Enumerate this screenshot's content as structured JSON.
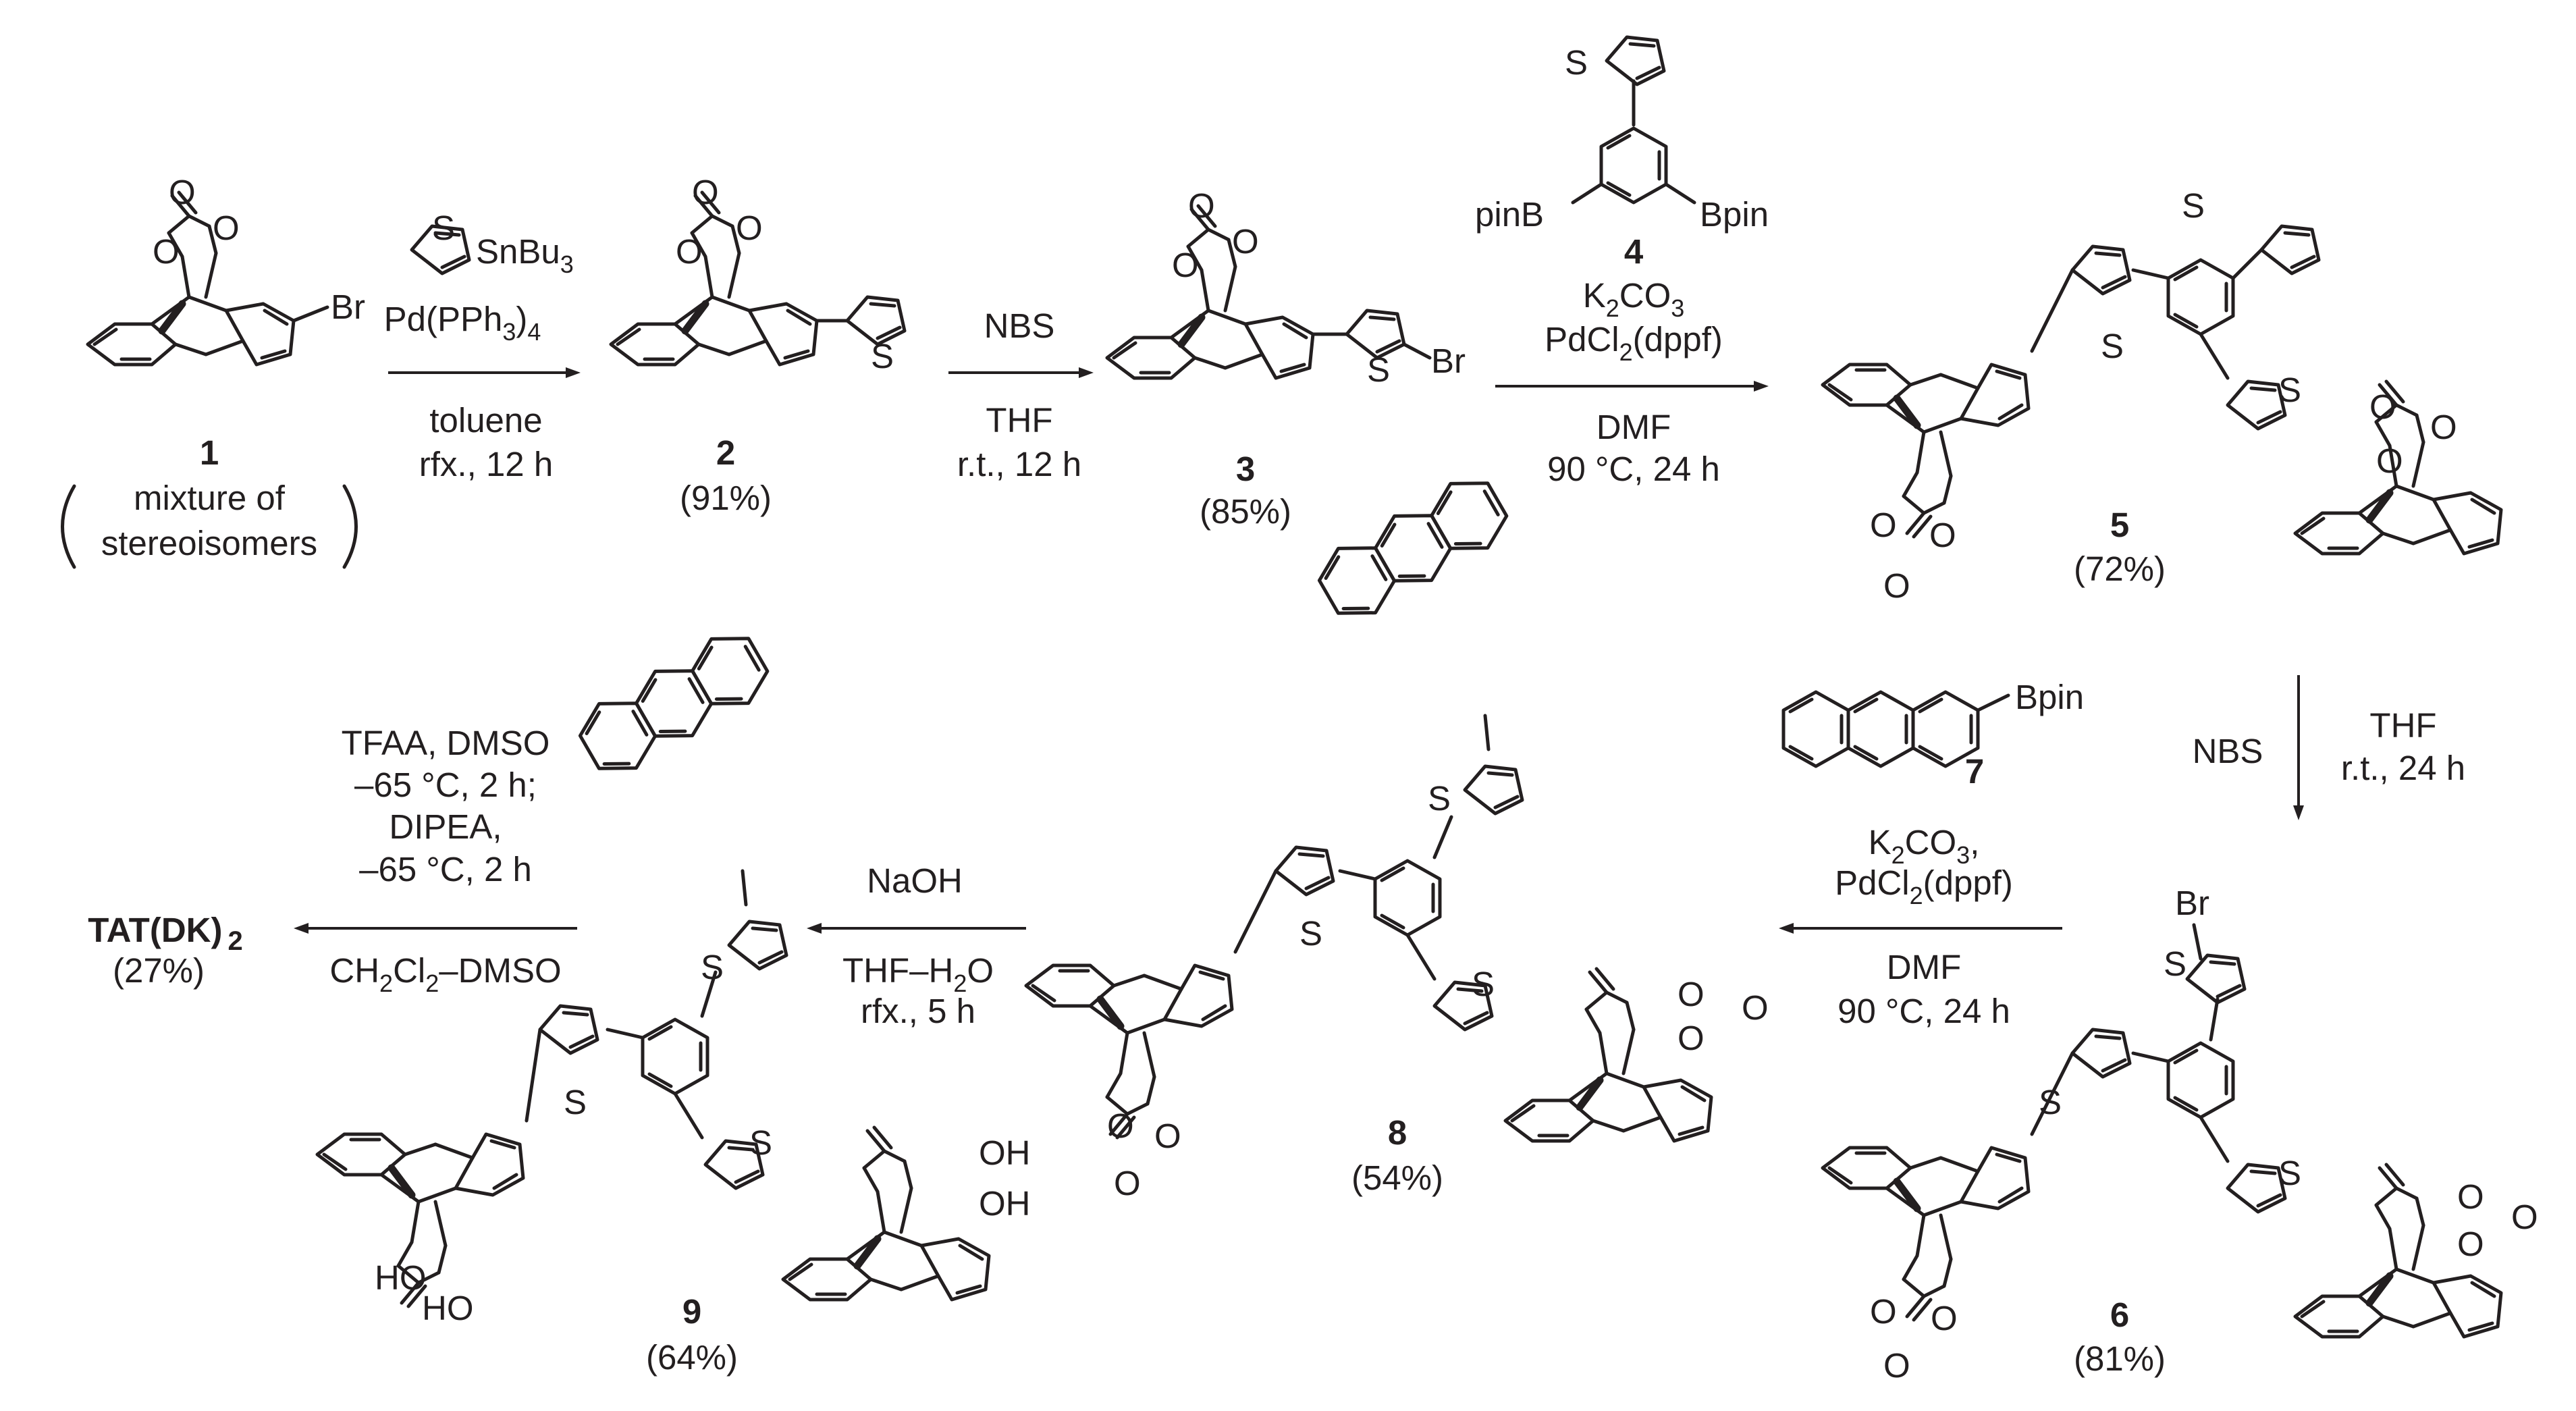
{
  "compounds": {
    "c1": {
      "number": "1",
      "note": "mixture of stereoisomers",
      "note_line1": "mixture of",
      "note_line2": "stereoisomers"
    },
    "c2": {
      "number": "2",
      "yield": "(91%)"
    },
    "c3": {
      "number": "3",
      "yield": "(85%)"
    },
    "c4": {
      "number": "4",
      "label_pinB": "pinB",
      "label_Bpin": "Bpin"
    },
    "c5": {
      "number": "5",
      "yield": "(72%)"
    },
    "c6": {
      "number": "6",
      "yield": "(81%)"
    },
    "c7": {
      "number": "7",
      "label_Bpin": "Bpin"
    },
    "c8": {
      "number": "8",
      "yield": "(54%)"
    },
    "c9": {
      "number": "9",
      "yield": "(64%)"
    },
    "product": {
      "name": "TAT(DK)",
      "subscript": "2",
      "yield": "(27%)"
    }
  },
  "atoms": {
    "S": "S",
    "O": "O",
    "Br": "Br",
    "OH": "OH",
    "HO": "HO"
  },
  "steps": {
    "s1": {
      "reagent_above": "SnBu",
      "reagent_above_sub": "3",
      "cat_above": "Pd(PPh",
      "cat_sub": "3",
      "cat_end": ")",
      "cat_sub2": "4",
      "below1": "toluene",
      "below2": "rfx., 12 h"
    },
    "s2": {
      "above": "NBS",
      "below1": "THF",
      "below2": "r.t., 12 h"
    },
    "s3": {
      "above1_a": "K",
      "above1_sub": "2",
      "above1_b": "CO",
      "above1_sub2": "3",
      "above2_a": "PdCl",
      "above2_sub": "2",
      "above2_b": "(dppf)",
      "below1": "DMF",
      "below2": "90 °C, 24 h"
    },
    "s4": {
      "left": "NBS",
      "right1": "THF",
      "right2": "r.t., 24 h"
    },
    "s5": {
      "above1_a": "K",
      "above1_sub": "2",
      "above1_b": "CO",
      "above1_sub2": "3",
      "above1_c": ",",
      "above2_a": "PdCl",
      "above2_sub": "2",
      "above2_b": "(dppf)",
      "below1": "DMF",
      "below2": "90 °C, 24 h"
    },
    "s6": {
      "above": "NaOH",
      "below1": "THF–H",
      "below1_sub": "2",
      "below1_end": "O",
      "below2": "rfx., 5 h"
    },
    "s7": {
      "above1": "TFAA, DMSO",
      "above2": "–65 °C, 2 h;",
      "above3": "DIPEA,",
      "above4": "–65 °C, 2 h",
      "below_a": "CH",
      "below_sub": "2",
      "below_b": "Cl",
      "below_sub2": "2",
      "below_c": "–DMSO"
    }
  },
  "colors": {
    "ink": "#231f20",
    "background": "#ffffff"
  }
}
